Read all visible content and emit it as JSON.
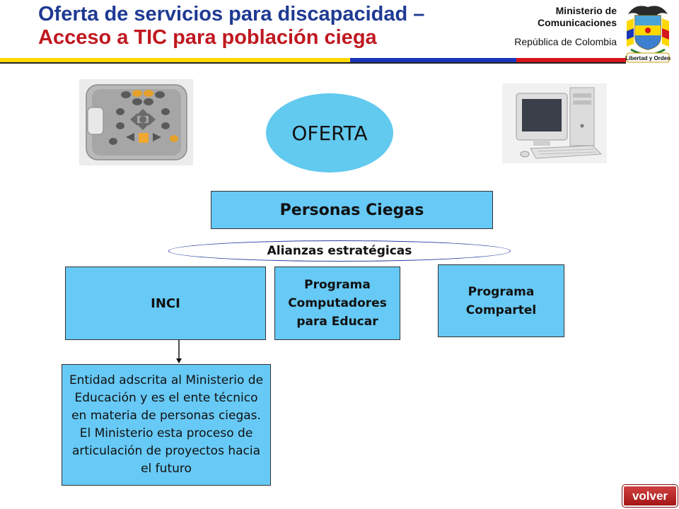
{
  "header": {
    "title_line1": "Oferta de servicios para discapacidad –",
    "title_line2": "Acceso a TIC para población ciega",
    "ministry_line1": "Ministerio de",
    "ministry_line2": "Comunicaciones",
    "ministry_line3": "República de Colombia",
    "shield_motto": "Libertad y Orden",
    "flag_colors": {
      "yellow": "#ffd800",
      "blue": "#1a36b8",
      "red": "#d6141b"
    }
  },
  "diagram": {
    "offer": "OFERTA",
    "target": "Personas Ciegas",
    "alliances": "Alianzas estratégicas",
    "partners": [
      {
        "label": "INCI"
      },
      {
        "label": "Programa Computadores para Educar"
      },
      {
        "label": "Programa Compartel"
      }
    ],
    "inci_description": "Entidad adscrita al Ministerio de Educación y es el ente técnico en materia de personas ciegas. El Ministerio esta proceso de articulación de proyectos hacia el futuro",
    "colors": {
      "box": "#67c9f5",
      "offer": "#62c9ef",
      "alliance_border": "#2c3fa0"
    }
  },
  "images": {
    "left": "victor-reader-device",
    "right": "desktop-computer"
  },
  "nav": {
    "back_label": "volver"
  }
}
